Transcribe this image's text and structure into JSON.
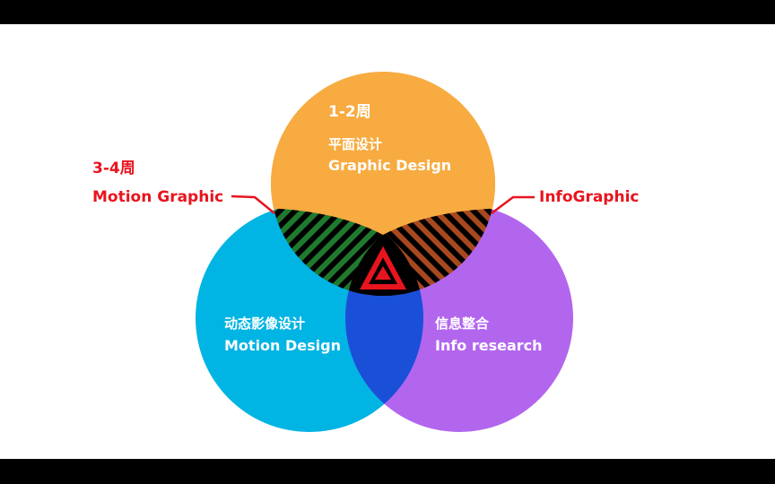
{
  "graphic_design": {
    "weeks": "1-2周",
    "title_cn": "平面设计",
    "title_en": "Graphic Design"
  },
  "motion_design": {
    "title_cn": "动态影像设计",
    "title_en": "Motion Design"
  },
  "info_research": {
    "title_cn": "信息整合",
    "title_en": "Info research"
  },
  "motion_graphic": {
    "weeks": "3-4周",
    "label": "Motion Graphic"
  },
  "infographic": {
    "label": "InfoGraphic"
  },
  "colors": {
    "orange": "#f7ab40",
    "blue": "#00b4e4",
    "purple": "#b266ee",
    "overlap_bp": "#1a4fd8",
    "green_hatch": "#1f7a2e",
    "brown_hatch": "#a8481f",
    "red": "#e8141e"
  }
}
